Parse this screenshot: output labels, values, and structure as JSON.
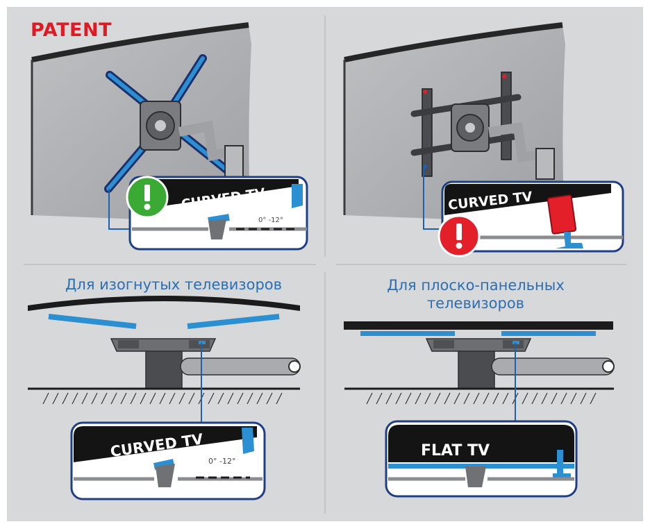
{
  "patent_label": "PATENT",
  "top_left": {
    "callout_label": "CURVED TV",
    "angle_label": "0° -12°",
    "status": "ok",
    "status_icon": "exclamation-icon",
    "status_color": "#3aaa35"
  },
  "top_right": {
    "callout_label": "CURVED TV",
    "status": "warning",
    "status_icon": "exclamation-icon",
    "status_color": "#e3202a"
  },
  "bottom_left": {
    "caption": "Для изогнутых телевизоров",
    "callout_label": "CURVED TV",
    "angle_label": "0° -12°"
  },
  "bottom_right": {
    "caption_line1": "Для плоско-панельных",
    "caption_line2": "телевизоров",
    "callout_label": "FLAT TV"
  },
  "colors": {
    "background": "#d7d8da",
    "accent_blue": "#2b8fd1",
    "frame_blue": "#1f3f85",
    "patent_red": "#e01a22",
    "caption_blue": "#2a6fb3"
  }
}
